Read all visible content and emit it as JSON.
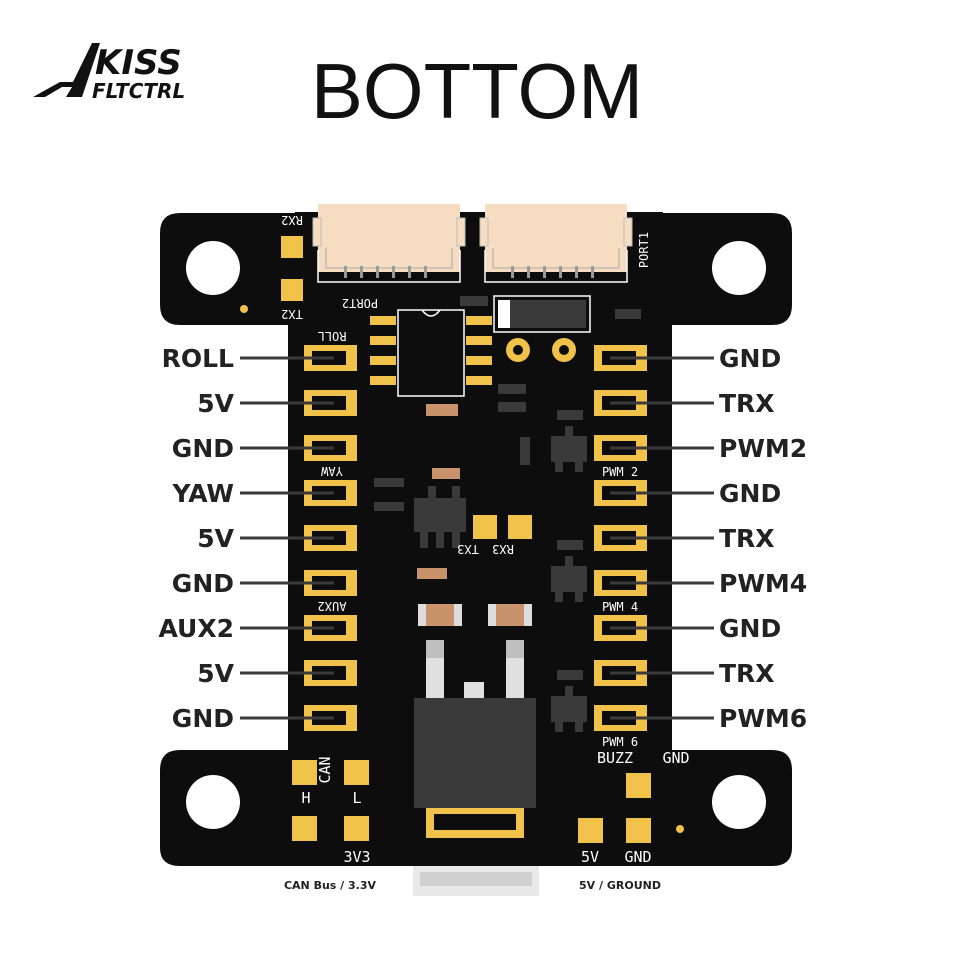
{
  "logo": {
    "line1": "KISS",
    "line2": "FLTCTRL"
  },
  "title": "BOTTOM",
  "left_pins": [
    {
      "label": "ROLL",
      "silk": "ROLL",
      "silk_pos": "above"
    },
    {
      "label": "5V",
      "silk": "",
      "silk_pos": ""
    },
    {
      "label": "GND",
      "silk": "",
      "silk_pos": ""
    },
    {
      "label": "YAW",
      "silk": "YAW",
      "silk_pos": "above"
    },
    {
      "label": "5V",
      "silk": "",
      "silk_pos": ""
    },
    {
      "label": "GND",
      "silk": "",
      "silk_pos": ""
    },
    {
      "label": "AUX2",
      "silk": "AUX2",
      "silk_pos": "above"
    },
    {
      "label": "5V",
      "silk": "",
      "silk_pos": ""
    },
    {
      "label": "GND",
      "silk": "",
      "silk_pos": ""
    }
  ],
  "right_pins": [
    {
      "label": "GND",
      "silk": ""
    },
    {
      "label": "TRX",
      "silk": ""
    },
    {
      "label": "PWM2",
      "silk": "PWM 2"
    },
    {
      "label": "GND",
      "silk": ""
    },
    {
      "label": "TRX",
      "silk": ""
    },
    {
      "label": "PWM4",
      "silk": "PWM 4"
    },
    {
      "label": "GND",
      "silk": ""
    },
    {
      "label": "TRX",
      "silk": ""
    },
    {
      "label": "PWM6",
      "silk": "PWM 6"
    }
  ],
  "silkscreen": {
    "rx2": "RX2",
    "tx2": "TX2",
    "port2": "PORT2",
    "port1": "PORT1",
    "rx3": "RX3",
    "tx3": "TX3",
    "can": "CAN",
    "can_h": "H",
    "can_l": "L",
    "v3v3": "3V3",
    "buzz": "BUZZ",
    "buzz_gnd": "GND",
    "v5": "5V",
    "gnd": "GND"
  },
  "captions": {
    "can_bus": "CAN Bus / 3.3V",
    "power": "5V / GROUND"
  },
  "colors": {
    "board": "#0d0d0d",
    "pad_gold": "#f0c24a",
    "connector": "#f6dcc0",
    "ic_body": "#2a2a2a",
    "smd_cap": "#c8926a",
    "line": "#3a3a3a",
    "label": "#222222"
  }
}
